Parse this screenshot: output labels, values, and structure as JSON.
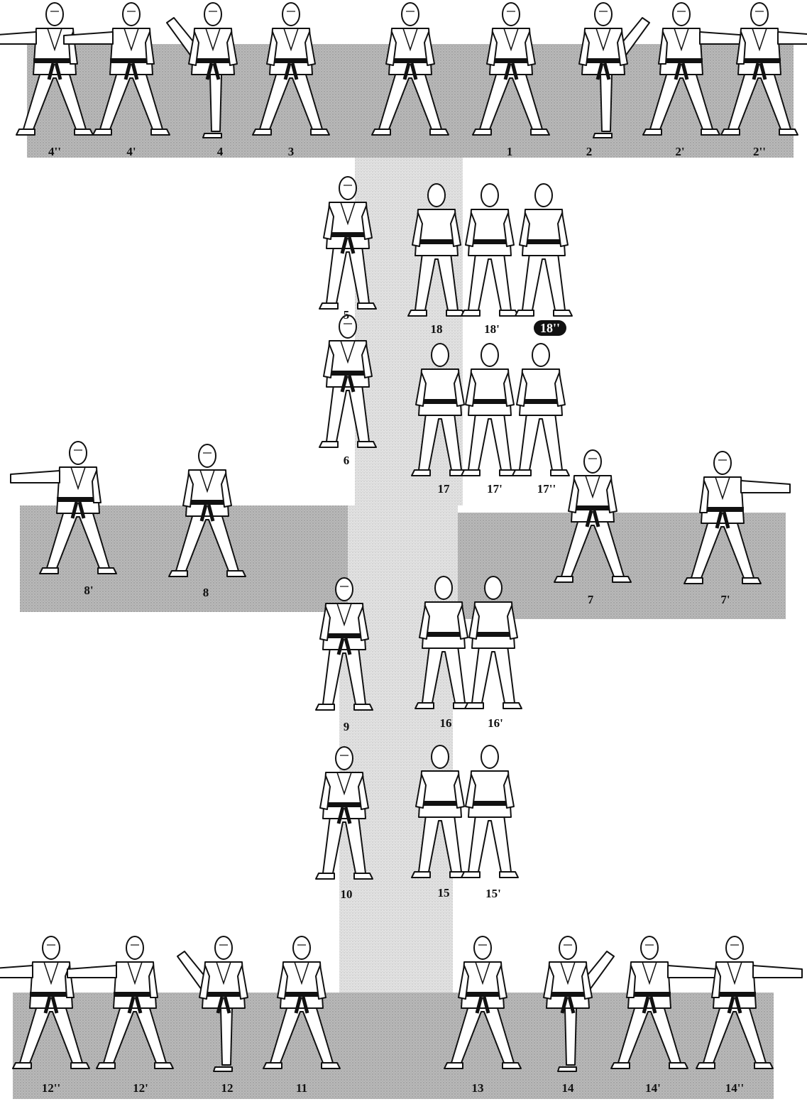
{
  "diagram": {
    "rows": {
      "top": [
        "4''",
        "4'",
        "4",
        "3",
        "",
        "1",
        "2",
        "2'",
        "2''"
      ],
      "upper_center": [
        "5",
        "18",
        "18'",
        "18''",
        "6",
        "17",
        "17'",
        "17''"
      ],
      "middle": [
        "8'",
        "8",
        "7",
        "7'"
      ],
      "lower_center": [
        "9",
        "16",
        "16'",
        "10",
        "15",
        "15'"
      ],
      "bottom": [
        "12''",
        "12'",
        "12",
        "11",
        "13",
        "14",
        "14'",
        "14''"
      ]
    },
    "highlighted_label": "18''",
    "colors": {
      "floor": "#b8b8b8",
      "floor_stipple": "#9a9a9a",
      "path": "#dcdcdc",
      "outline": "#111111",
      "belt": "#111111",
      "figure_fill": "#ffffff"
    }
  }
}
